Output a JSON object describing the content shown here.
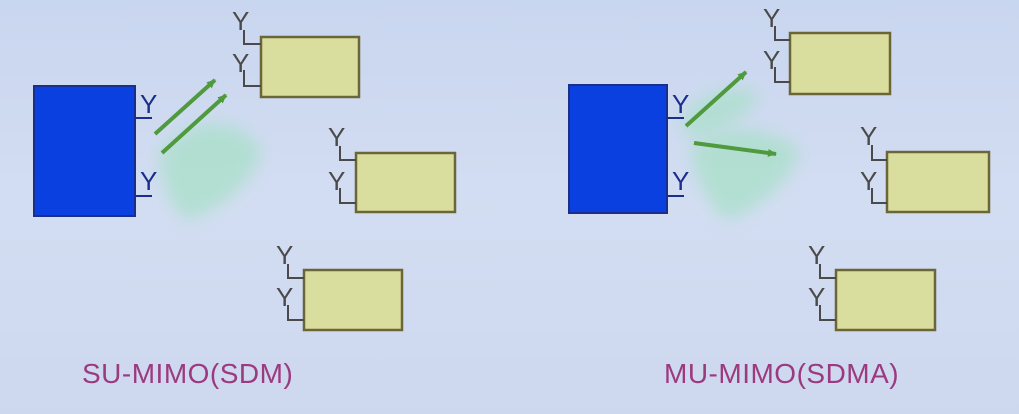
{
  "captions": {
    "su": "SU-MIMO(SDM)",
    "mu": "MU-MIMO(SDMA)"
  },
  "antenna_glyph": "Y",
  "colors": {
    "background": "#ccd7ef",
    "base_station": "#0a3fe0",
    "base_station_border": "#1b2f8a",
    "terminal_fill": "#d9dd9e",
    "terminal_border": "#6b6638",
    "antenna": "#4a4a4a",
    "arrow": "#4e9a3c",
    "beam": "#a8e0c8",
    "caption": "#9c3a80"
  }
}
